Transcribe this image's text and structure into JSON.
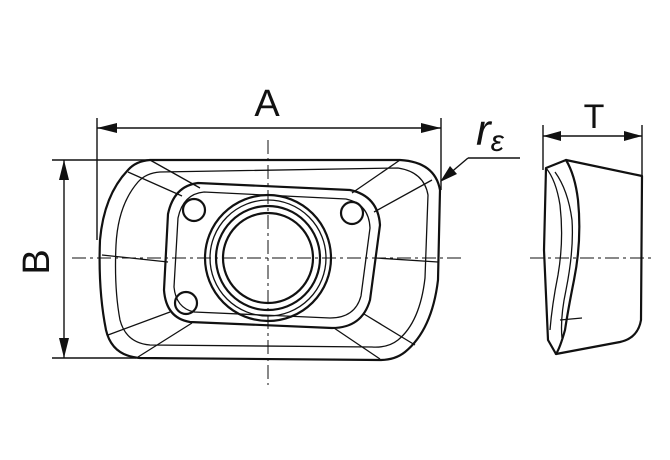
{
  "dimensions": {
    "length_label": "A",
    "width_label": "B",
    "thickness_label": "T",
    "corner_radius_symbol": "r",
    "corner_radius_subscript": "ε"
  }
}
